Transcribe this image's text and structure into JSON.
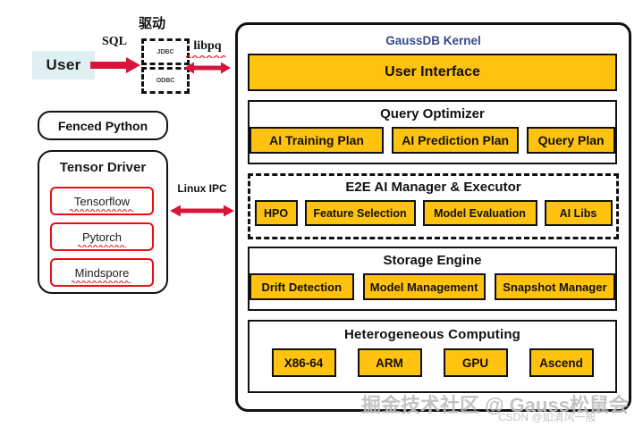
{
  "left": {
    "user_label": "User",
    "sql_label": "SQL",
    "drive_label": "驱动",
    "jdbc_label": "JDBC",
    "odbc_label": "ODBC",
    "libpq_label": "libpq",
    "fenced_python_label": "Fenced Python",
    "tensor_driver": {
      "title": "Tensor Driver",
      "items": [
        {
          "label": "Tensorflow"
        },
        {
          "label": "Pytorch"
        },
        {
          "label": "Mindspore"
        }
      ]
    },
    "linux_ipc_label": "Linux IPC"
  },
  "kernel": {
    "title": "GaussDB Kernel",
    "sections": [
      {
        "title": "User Interface",
        "style": "solid-filled",
        "chips": []
      },
      {
        "title": "Query Optimizer",
        "style": "solid",
        "chips": [
          {
            "label": "AI Training Plan"
          },
          {
            "label": "AI Prediction Plan"
          },
          {
            "label": "Query Plan"
          }
        ]
      },
      {
        "title": "E2E AI Manager & Executor",
        "style": "dashed",
        "chips": [
          {
            "label": "HPO"
          },
          {
            "label": "Feature Selection"
          },
          {
            "label": "Model Evaluation"
          },
          {
            "label": "AI Libs"
          }
        ]
      },
      {
        "title": "Storage Engine",
        "style": "solid",
        "chips": [
          {
            "label": "Drift Detection"
          },
          {
            "label": "Model Management"
          },
          {
            "label": "Snapshot Manager"
          }
        ]
      },
      {
        "title": "Heterogeneous  Computing",
        "style": "solid",
        "chips": [
          {
            "label": "X86-64"
          },
          {
            "label": "ARM"
          },
          {
            "label": "GPU"
          },
          {
            "label": "Ascend"
          }
        ]
      }
    ]
  },
  "watermarks": {
    "main": "掘金技术社区 @ Gauss松鼠会",
    "sub": "CSDN @如清风一般"
  },
  "colors": {
    "chip_yellow": "#FFC20E",
    "kernel_title_blue": "#33488F",
    "arrow_red": "#D7153A",
    "tensor_item_red": "#E8110F",
    "user_bg": "#DEF0F2",
    "outline_black": "#111111"
  }
}
